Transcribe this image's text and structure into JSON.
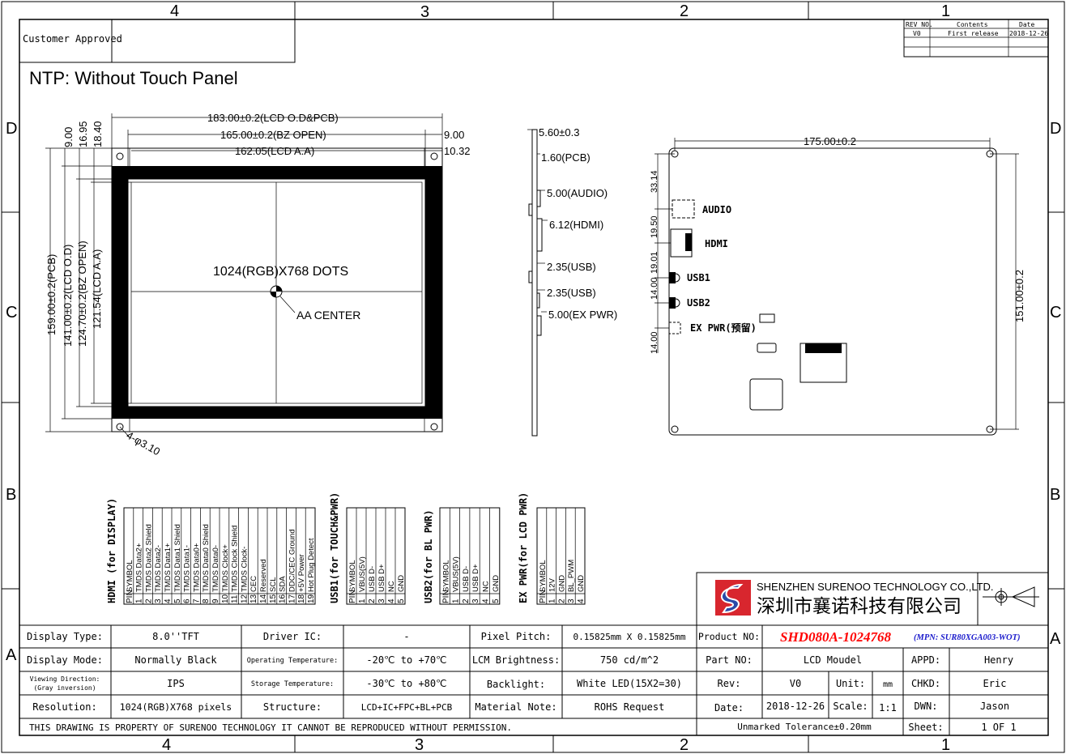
{
  "zones": {
    "cols": [
      "4",
      "3",
      "2",
      "1"
    ],
    "rows": [
      "D",
      "C",
      "B",
      "A"
    ]
  },
  "customer": {
    "label": "Customer Approved"
  },
  "revision": {
    "headers": [
      "REV NO.",
      "Contents",
      "Date"
    ],
    "rows": [
      [
        "V0",
        "First release",
        "2018-12-26"
      ]
    ]
  },
  "title": "NTP: Without Touch Panel",
  "front": {
    "dim_width_pcb": "183.00±0.2(LCD O.D&PCB)",
    "dim_width_bz": "165.00±0.2(BZ OPEN)",
    "dim_width_aa": "162.05(LCD A.A)",
    "dim_right_1": "9.00",
    "dim_right_2": "10.32",
    "dim_top_1": "9.00",
    "dim_top_2": "16.95",
    "dim_top_3": "18.40",
    "dim_h_pcb": "159.00±0.2(PCB)",
    "dim_h_od": "141.00±0.2(LCD O.D)",
    "dim_h_bz": "124.70±0.2(BZ OPEN)",
    "dim_h_aa": "121.54(LCD A.A)",
    "holes": "4-φ3.10",
    "dots": "1024(RGB)X768  DOTS",
    "aa_center": "AA CENTER"
  },
  "side": {
    "d1": "5.60±0.3",
    "d2": "1.60(PCB)",
    "d3": "5.00(AUDIO)",
    "d4": "6.12(HDMI)",
    "d5": "2.35(USB)",
    "d6": "2.35(USB)",
    "d7": "5.00(EX  PWR)"
  },
  "back": {
    "width": "175.00±0.2",
    "height": "151.00±0.2",
    "v1": "33.14",
    "v2": "19.50",
    "v3": "19.01",
    "v4": "14.00",
    "v5": "14.00",
    "audio": "AUDIO",
    "hdmi": "HDMI",
    "usb1": "USB1",
    "usb2": "USB2",
    "expwr": "EX PWR(预留)"
  },
  "pin_tables": [
    {
      "title": "HDMI (for DISPLAY)",
      "pins": [
        "PIN",
        "1",
        "2",
        "3",
        "4",
        "5",
        "6",
        "7",
        "8",
        "9",
        "10",
        "11",
        "12",
        "13",
        "14",
        "15",
        "16",
        "17",
        "18",
        "19"
      ],
      "symbols": [
        "SYMBOL",
        "TMDS Data2+",
        "TMDS Data2 Shield",
        "TMDS Data2-",
        "TMDS Data1+",
        "TMDS Data1 Shield",
        "TMDS Data1-",
        "TMDS Data0+",
        "TMDS Data0 Shield",
        "TMDS Data0-",
        "TMDS Clock+",
        "TMDS Clock Shield",
        "TMDS Clock-",
        "CEC",
        "Reserved",
        "SCL",
        "SDA",
        "DDC/CEC Ground",
        "+5V Power",
        "Hot Plug Detect"
      ]
    },
    {
      "title": "USB1(for  TOUCH&PWR)",
      "pins": [
        "PIN",
        "1",
        "2",
        "3",
        "4",
        "5"
      ],
      "symbols": [
        "SYMBOL",
        "VBUS(5V)",
        "USB D-",
        "USB D+",
        "NC",
        "GND"
      ]
    },
    {
      "title": "USB2(for  BL  PWR)",
      "pins": [
        "PIN",
        "1",
        "2",
        "3",
        "4",
        "5"
      ],
      "symbols": [
        "SYMBOL",
        "VBUS(5V)",
        "USB D-",
        "USB D+",
        "NC",
        "GND"
      ]
    },
    {
      "title": "EX  PWR(for  LCD  PWR)",
      "pins": [
        "PIN",
        "1",
        "2",
        "3",
        "4"
      ],
      "symbols": [
        "SYMBOL",
        "12V",
        "GND",
        "BL_PWM",
        "GND"
      ]
    }
  ],
  "company": {
    "en": "SHENZHEN SURENOO TECHNOLOGY CO.,LTD.",
    "cn": "深圳市襄诺科技有限公司"
  },
  "specs": {
    "display_type_l": "Display Type:",
    "display_type": "8.0''TFT",
    "driver_ic_l": "Driver IC:",
    "driver_ic": "-",
    "pixel_pitch_l": "Pixel Pitch:",
    "pixel_pitch": "0.15825mm X 0.15825mm",
    "display_mode_l": "Display Mode:",
    "display_mode": "Normally Black",
    "op_temp_l": "Operating Temperature:",
    "op_temp": "-20℃ to +70℃",
    "brightness_l": "LCM Brightness:",
    "brightness": "750 cd/m^2",
    "viewing_l1": "Viewing Direction:",
    "viewing_l2": "(Gray inversion)",
    "viewing": "IPS",
    "st_temp_l": "Storage Temperature:",
    "st_temp": "-30℃ to +80℃",
    "backlight_l": "Backlight:",
    "backlight": "White LED(15X2=30)",
    "resolution_l": "Resolution:",
    "resolution": "1024(RGB)X768 pixels",
    "structure_l": "Structure:",
    "structure": "LCD+IC+FPC+BL+PCB",
    "material_l": "Material Note:",
    "material": "ROHS Request",
    "disclaimer": "THIS DRAWING IS PROPERTY OF SURENOO TECHNOLOGY IT CANNOT BE REPRODUCED WITHOUT PERMISSION."
  },
  "titleblock": {
    "product_l": "Product NO:",
    "product": "SHD080A-1024768",
    "mpn": "(MPN: SUR80XGA003-WOT)",
    "part_l": "Part NO:",
    "part": "LCD Moudel",
    "appd_l": "APPD:",
    "appd": "Henry",
    "rev_l": "Rev:",
    "rev": "V0",
    "unit_l": "Unit:",
    "unit": "mm",
    "chkd_l": "CHKD:",
    "chkd": "Eric",
    "date_l": "Date:",
    "date": "2018-12-26",
    "scale_l": "Scale:",
    "scale": "1:1",
    "dwn_l": "DWN:",
    "dwn": "Jason",
    "tolerance": "Unmarked Tolerance±0.20mm",
    "sheet_l": "Sheet:",
    "sheet": "1 OF 1"
  },
  "colors": {
    "product": "#ff0000",
    "mpn": "#1a1acc",
    "logo_red": "#d8262e",
    "logo_blue": "#2b4aa8"
  }
}
